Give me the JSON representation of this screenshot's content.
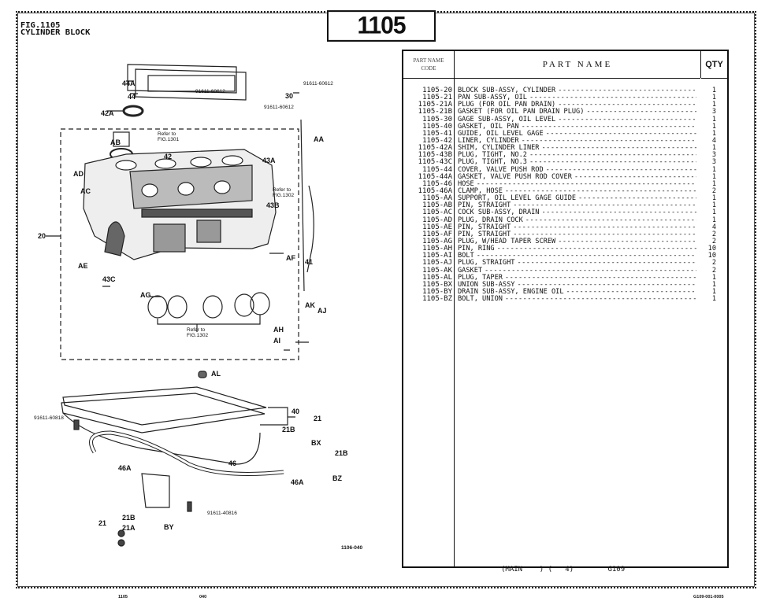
{
  "header": {
    "fig_label": "FIG.1105",
    "fig_title": "CYLINDER BLOCK",
    "fig_number": "1105"
  },
  "diagram": {
    "callouts": {
      "c44a": "44A",
      "c44": "44",
      "bolt_cover": "91611-60612",
      "c42a": "42A",
      "bolt_top_right": "91611-60612",
      "c30": "30",
      "bolt_mid": "91611-60612",
      "aa": "AA",
      "refer_1301_a": "Refer to",
      "refer_1301_b": "FIG.1301",
      "ab": "AB",
      "c42": "42",
      "ad": "AD",
      "ac": "AC",
      "c43a": "43A",
      "refer_1302_a": "Refer to",
      "refer_1302_b": "FIG.1302",
      "c43b": "43B",
      "c20": "20",
      "ae": "AE",
      "af": "AF",
      "c41": "41",
      "c43c": "43C",
      "ag": "AG",
      "ak": "AK",
      "aj": "AJ",
      "refer_1302b_a": "Refer to",
      "refer_1302b_b": "FIG.1302",
      "ah": "AH",
      "ai": "AI",
      "al": "AL",
      "c40": "40",
      "c21_pan": "21",
      "bolt_pan": "91611-60818",
      "c21b_1": "21B",
      "bx": "BX",
      "c21b_2": "21B",
      "bz": "BZ",
      "c46": "46",
      "c46a_1": "46A",
      "c46a_2": "46A",
      "bolt_drain": "91611-40816",
      "by": "BY",
      "c21_plug": "21",
      "c21b_3": "21B",
      "c21a": "21A"
    },
    "drawing_number": "1106-040"
  },
  "table": {
    "headers": {
      "code_line1": "PART NAME",
      "code_line2": "CODE",
      "name": "PART  NAME",
      "qty": "QTY"
    },
    "rows": [
      {
        "code": "1105-20",
        "name": "BLOCK SUB-ASSY, CYLINDER",
        "qty": "1"
      },
      {
        "code": "1105-21",
        "name": "PAN SUB-ASSY, OIL",
        "qty": "1"
      },
      {
        "code": "1105-21A",
        "name": "PLUG (FOR OIL PAN DRAIN)",
        "qty": "1"
      },
      {
        "code": "1105-21B",
        "name": "GASKET (FOR OIL PAN DRAIN PLUG)",
        "qty": "3"
      },
      {
        "code": "1105-30",
        "name": "GAGE SUB-ASSY, OIL LEVEL",
        "qty": "1"
      },
      {
        "code": "1105-40",
        "name": "GASKET, OIL PAN",
        "qty": "1"
      },
      {
        "code": "1105-41",
        "name": "GUIDE, OIL LEVEL GAGE",
        "qty": "1"
      },
      {
        "code": "1105-42",
        "name": "LINER, CYLINDER",
        "qty": "4"
      },
      {
        "code": "1105-42A",
        "name": "SHIM, CYLINDER LINER",
        "qty": "1"
      },
      {
        "code": "1105-43B",
        "name": "PLUG, TIGHT, NO.2",
        "qty": "3"
      },
      {
        "code": "1105-43C",
        "name": "PLUG, TIGHT, NO.3",
        "qty": "3"
      },
      {
        "code": "1105-44",
        "name": "COVER, VALVE PUSH ROD",
        "qty": "1"
      },
      {
        "code": "1105-44A",
        "name": "GASKET, VALVE PUSH ROD COVER",
        "qty": "1"
      },
      {
        "code": "1105-46",
        "name": "HOSE",
        "qty": "1"
      },
      {
        "code": "1105-46A",
        "name": "CLAMP, HOSE",
        "qty": "2"
      },
      {
        "code": "1105-AA",
        "name": "SUPPORT, OIL LEVEL GAGE GUIDE",
        "qty": "1"
      },
      {
        "code": "1105-AB",
        "name": "PIN, STRAIGHT",
        "qty": "1"
      },
      {
        "code": "1105-AC",
        "name": "COCK SUB-ASSY, DRAIN",
        "qty": "1"
      },
      {
        "code": "1105-AD",
        "name": "PLUG, DRAIN COCK",
        "qty": "1"
      },
      {
        "code": "1105-AE",
        "name": "PIN, STRAIGHT",
        "qty": "4"
      },
      {
        "code": "1105-AF",
        "name": "PIN, STRAIGHT",
        "qty": "2"
      },
      {
        "code": "1105-AG",
        "name": "PLUG, W/HEAD TAPER SCREW",
        "qty": "2"
      },
      {
        "code": "1105-AH",
        "name": "PIN, RING",
        "qty": "10"
      },
      {
        "code": "1105-AI",
        "name": "BOLT",
        "qty": "10"
      },
      {
        "code": "1105-AJ",
        "name": "PLUG, STRAIGHT",
        "qty": "2"
      },
      {
        "code": "1105-AK",
        "name": "GASKET",
        "qty": "2"
      },
      {
        "code": "1105-AL",
        "name": "PLUG, TAPER",
        "qty": "1"
      },
      {
        "code": "1105-BX",
        "name": "UNION SUB-ASSY",
        "qty": "1"
      },
      {
        "code": "1105-BY",
        "name": "DRAIN SUB-ASSY, ENGINE OIL",
        "qty": "1"
      },
      {
        "code": "1105-BZ",
        "name": "BOLT, UNION",
        "qty": "1"
      }
    ],
    "footer": "(MAIN    ) (   4)        G109"
  },
  "page_footer": {
    "left": "1105",
    "middle": "040",
    "right": "G109-001-0005"
  }
}
